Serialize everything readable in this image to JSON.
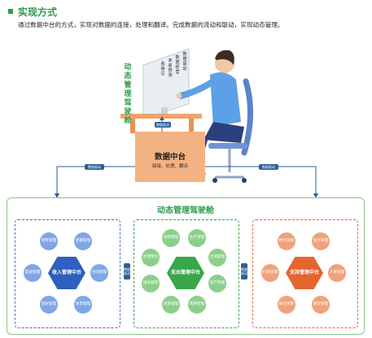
{
  "header": {
    "title": "实现方式",
    "subtitle": "通过数据中台的方式，实现对数据的连接，处理和翻译。完成数据的流动和联动，实现动态管理。"
  },
  "cockpit": {
    "vertical_title": "动态管理驾驶舱",
    "screen_columns": [
      "数据驱动",
      "数据经营",
      "未来预测",
      "看得见"
    ]
  },
  "center": {
    "title": "数据中台",
    "subtitle": "链接、处理、翻译",
    "uplink_label": "数据驱动"
  },
  "flows": {
    "left_label": "数据驱动",
    "right_label": "数据驱动"
  },
  "main": {
    "title": "动态管理驾驶舱",
    "connector_left": "数据驱动",
    "connector_right": "数据驱动",
    "panels": [
      {
        "center": "收入管理中台",
        "nodes": [
          "销售管理",
          "客服管理",
          "合同管理",
          "发票管理",
          "回款管理",
          "渠道管理"
        ]
      },
      {
        "center": "支出管理中台",
        "nodes": [
          "采购管理",
          "生产管理",
          "仓储管理",
          "资产管理",
          "费用管理",
          "发薪管理",
          "成本管理",
          "合理物流"
        ]
      },
      {
        "center": "支持管理中台",
        "nodes": [
          "业务管理",
          "人事管理",
          "绩效管理",
          "知识体系",
          "行政管理",
          "财务管理"
        ]
      }
    ]
  },
  "colors": {
    "accent": "#2e9a4f",
    "blue": "#2c5f96",
    "orange": "#f3b282",
    "panel1": "#2f5fbf",
    "panel2": "#3aa64a",
    "panel3": "#e5652f"
  }
}
